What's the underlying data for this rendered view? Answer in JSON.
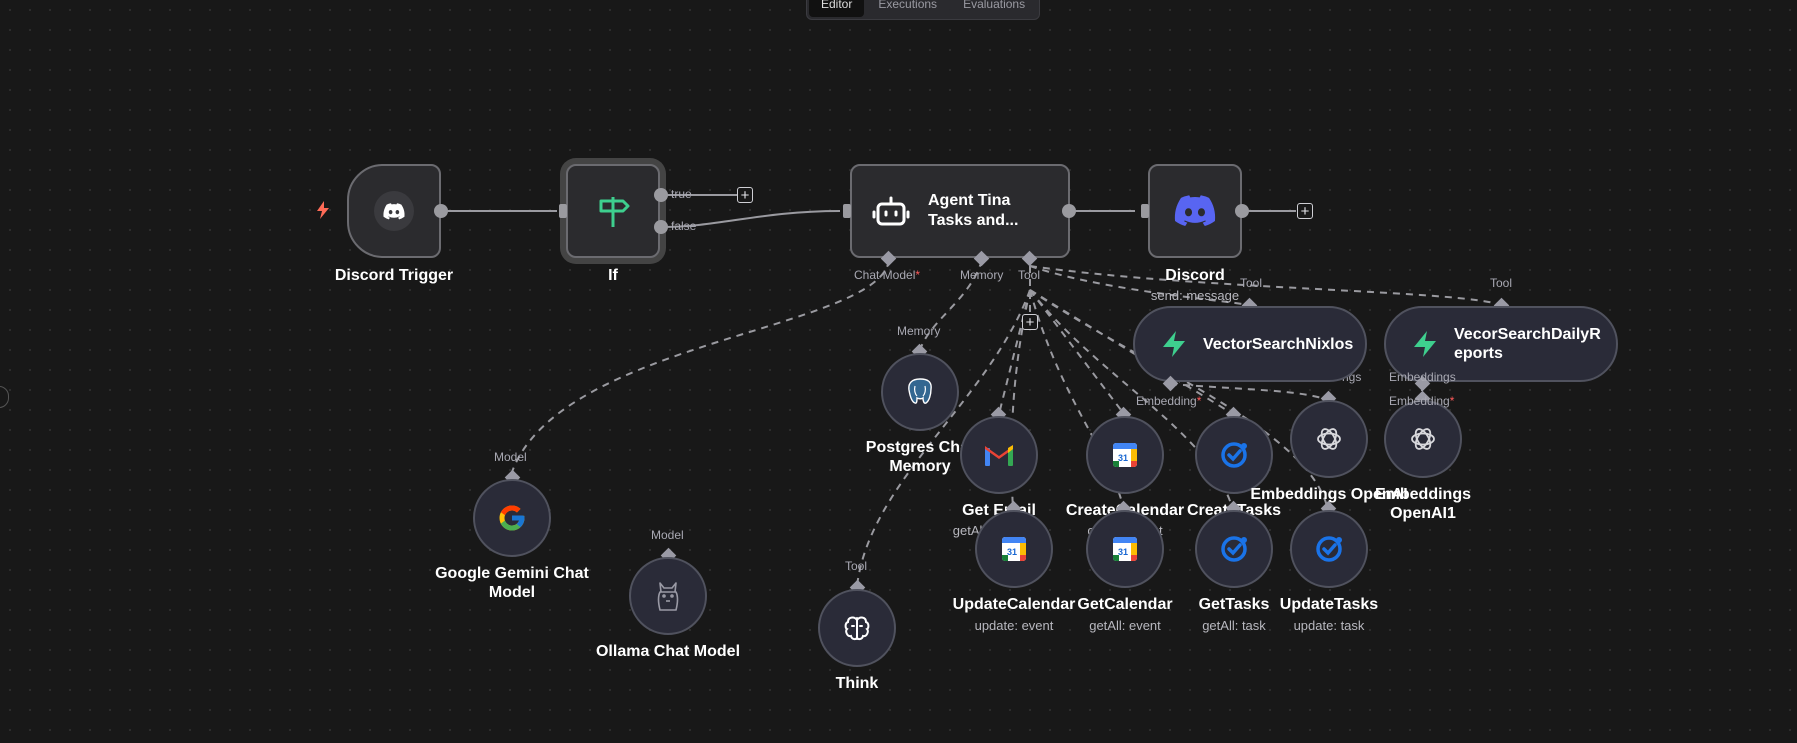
{
  "tabs": {
    "editor": "Editor",
    "executions": "Executions",
    "evaluations": "Evaluations"
  },
  "if_node": {
    "label": "If",
    "true_label": "true",
    "false_label": "false"
  },
  "trigger": {
    "label": "Discord Trigger"
  },
  "agent": {
    "title_line1": "Agent Tina",
    "title_line2": "Tasks and...",
    "chat_model_label": "Chat Model",
    "memory_label": "Memory",
    "tool_label": "Tool"
  },
  "discord": {
    "label": "Discord",
    "sub": "send: message"
  },
  "gemini": {
    "handle": "Model",
    "label_line1": "Google Gemini Chat",
    "label_line2": "Model"
  },
  "ollama": {
    "handle": "Model",
    "label": "Ollama Chat Model"
  },
  "think": {
    "handle": "Tool",
    "label": "Think"
  },
  "postgres": {
    "handle": "Memory",
    "label_line1": "Postgres Chat",
    "label_line2": "Memory"
  },
  "getemail": {
    "label": "Get Email",
    "sub": "getAll: message"
  },
  "createcalendar": {
    "label": "CreateCalendar",
    "sub": "create: event"
  },
  "createtasks": {
    "label": "CreateTasks"
  },
  "embeddings1": {
    "label": "Embeddings OpenAI",
    "handle_cover": "ngs"
  },
  "embeddings2": {
    "label_line1": "Embeddings",
    "label_line2": "OpenAI1"
  },
  "updatecalendar": {
    "label": "UpdateCalendar",
    "sub": "update: event"
  },
  "getcalendar": {
    "label": "GetCalendar",
    "sub": "getAll: event"
  },
  "gettasks": {
    "label": "GetTasks",
    "sub": "getAll: task"
  },
  "updatetasks": {
    "label": "UpdateTasks",
    "sub": "update: task"
  },
  "vector1": {
    "handle": "Tool",
    "label": "VectorSearchNixlos",
    "embedding_label": "Embedding"
  },
  "vector2": {
    "handle": "Tool",
    "label_line1": "VecorSearchDailyR",
    "label_line2": "eports",
    "embeddings_label": "Embeddings",
    "embedding_label": "Embedding"
  },
  "colors": {
    "accent_green": "#3ecf8e",
    "discord_blue": "#5865f2",
    "required_red": "#ff5a5a"
  }
}
